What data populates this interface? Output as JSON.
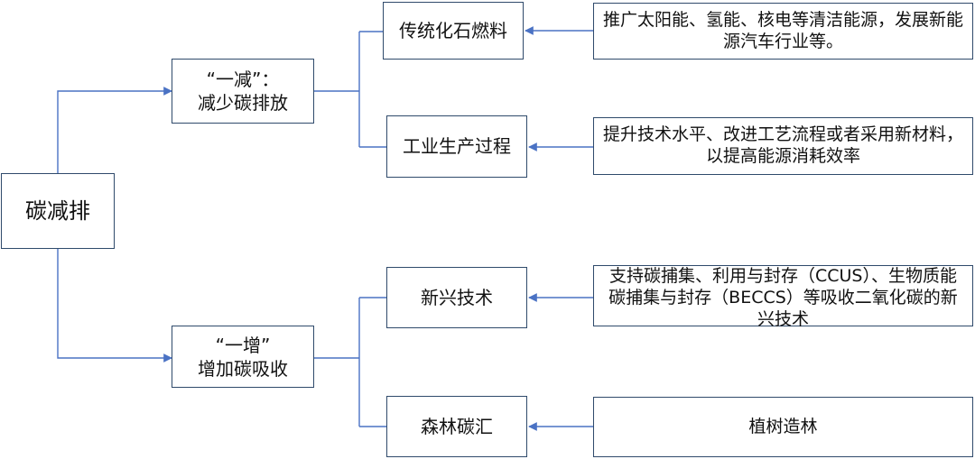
{
  "root": {
    "label": "碳减排"
  },
  "branches": [
    {
      "label": "“一减”：\n减少碳排放",
      "items": [
        {
          "label": "传统化石燃料",
          "measure": "推广太阳能、氢能、核电等清洁能源，发展新能源汽车行业等。"
        },
        {
          "label": "工业生产过程",
          "measure": "提升技术水平、改进工艺流程或者采用新材料，以提高能源消耗效率"
        }
      ]
    },
    {
      "label": "“一增”\n增加碳吸收",
      "items": [
        {
          "label": "新兴技术",
          "measure": "支持碳捕集、利用与封存（CCUS）、生物质能碳捕集与封存（BECCS）等吸收二氧化碳的新兴技术"
        },
        {
          "label": "森林碳汇",
          "measure": "植树造林"
        }
      ]
    }
  ],
  "colors": {
    "box_border": "#2f4a6b",
    "connector": "#4a72c4",
    "text": "#111111"
  }
}
